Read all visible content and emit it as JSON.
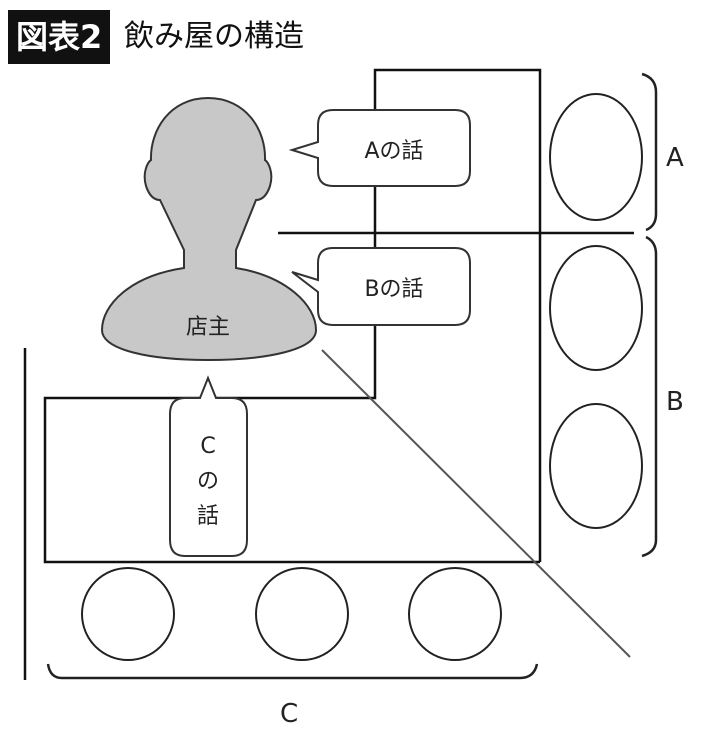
{
  "header": {
    "badge": "図表2",
    "title": "飲み屋の構造"
  },
  "owner": {
    "label": "店主"
  },
  "bubbles": {
    "a": "Aの話",
    "b": "Bの話",
    "c": [
      "C",
      "の",
      "話"
    ]
  },
  "groups": {
    "a": "A",
    "b": "B",
    "c": "C"
  },
  "colors": {
    "silhouette": "#c8c8c8",
    "line": "#111111"
  }
}
